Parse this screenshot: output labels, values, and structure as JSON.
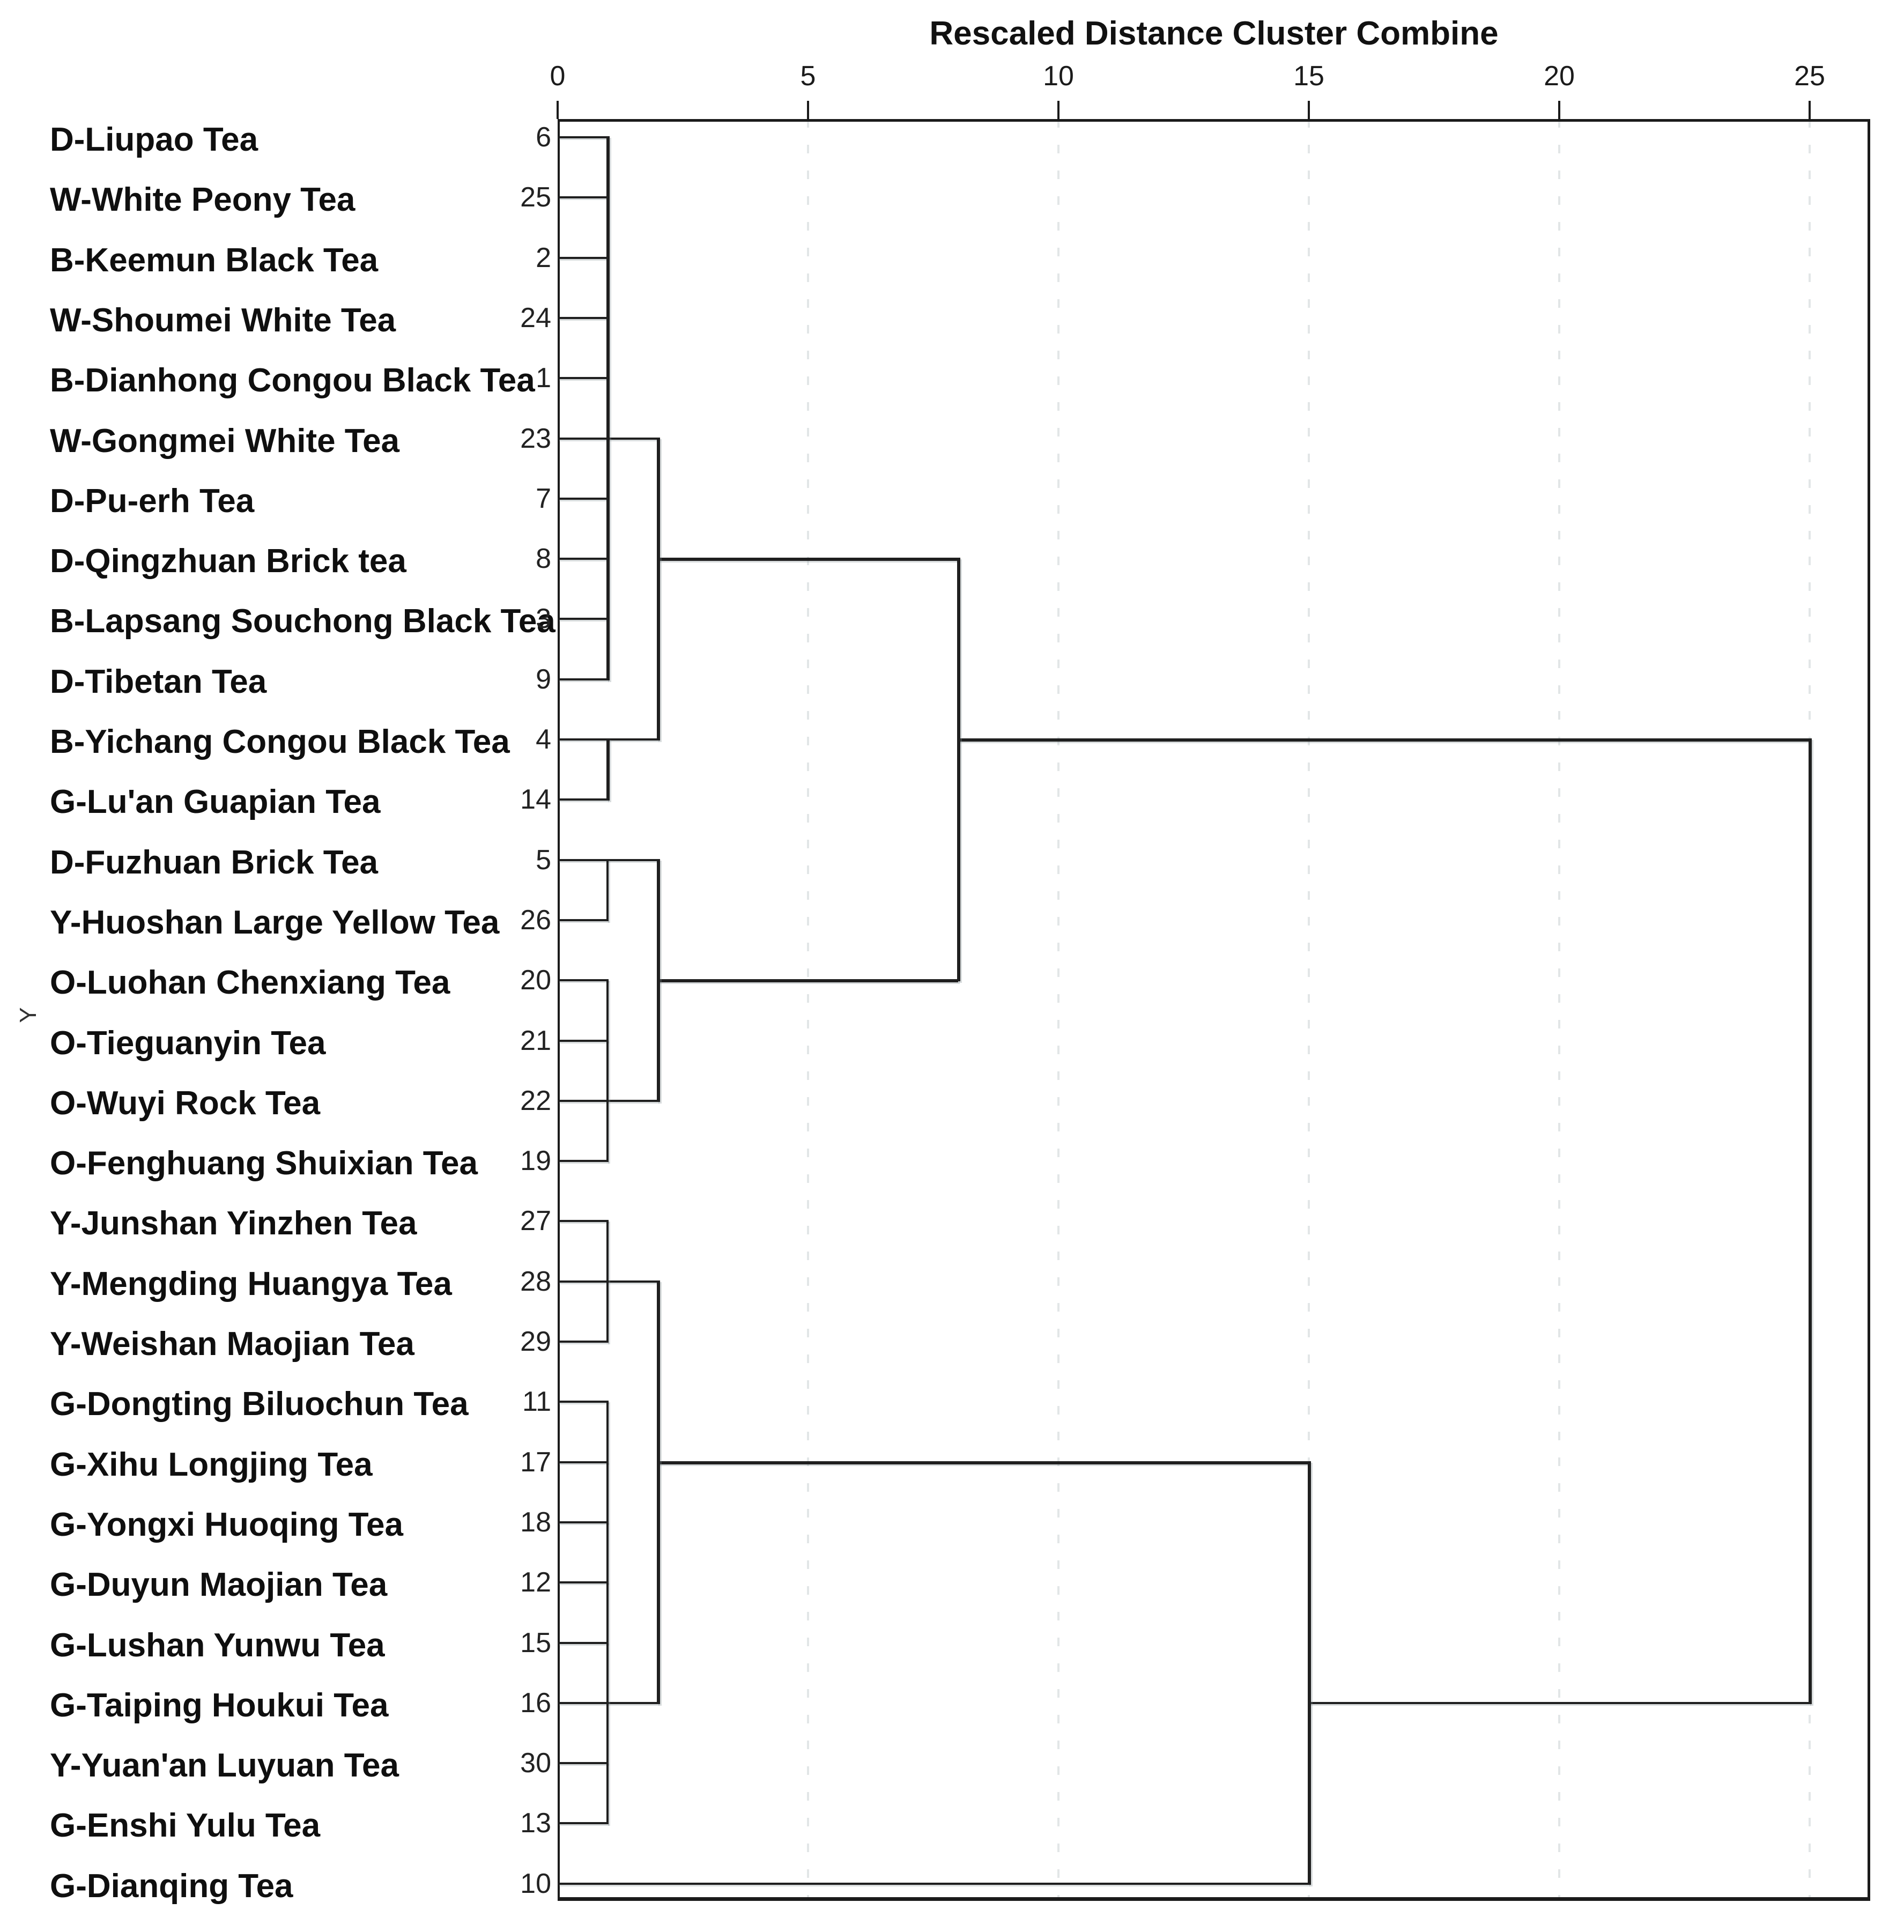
{
  "title": "Rescaled Distance Cluster Combine",
  "y_axis_label": "Y",
  "axis": {
    "ticks": [
      "0",
      "5",
      "10",
      "15",
      "20",
      "25"
    ],
    "tick_values": [
      0,
      5,
      10,
      15,
      20,
      25
    ],
    "min": 0,
    "max": 25
  },
  "colors": {
    "line": "#1f1f1f",
    "frame": "#1b1b1b",
    "gridline_dash": "#e2e6e7",
    "text": "#0f0f0f",
    "background": "#ffffff"
  },
  "chart_data": {
    "type": "dendrogram",
    "orientation": "horizontal",
    "title": "Rescaled Distance Cluster Combine",
    "xlabel": "Rescaled Distance Cluster Combine",
    "ylabel": "Y",
    "xlim": [
      0,
      25
    ],
    "grid": "dashed vertical at 5,10,15,20,25",
    "legend": "none",
    "leaves": [
      {
        "row": 1,
        "case": "6",
        "label": "D-Liupao Tea"
      },
      {
        "row": 2,
        "case": "25",
        "label": "W-White Peony Tea"
      },
      {
        "row": 3,
        "case": "2",
        "label": "B-Keemun Black Tea"
      },
      {
        "row": 4,
        "case": "24",
        "label": "W-Shoumei White Tea"
      },
      {
        "row": 5,
        "case": "1",
        "label": "B-Dianhong Congou Black Tea"
      },
      {
        "row": 6,
        "case": "23",
        "label": "W-Gongmei White Tea"
      },
      {
        "row": 7,
        "case": "7",
        "label": "D-Pu-erh Tea"
      },
      {
        "row": 8,
        "case": "8",
        "label": "D-Qingzhuan Brick tea"
      },
      {
        "row": 9,
        "case": "3",
        "label": "B-Lapsang Souchong Black Tea"
      },
      {
        "row": 10,
        "case": "9",
        "label": "D-Tibetan Tea"
      },
      {
        "row": 11,
        "case": "4",
        "label": "B-Yichang Congou Black Tea"
      },
      {
        "row": 12,
        "case": "14",
        "label": "G-Lu'an Guapian Tea"
      },
      {
        "row": 13,
        "case": "5",
        "label": "D-Fuzhuan Brick Tea"
      },
      {
        "row": 14,
        "case": "26",
        "label": "Y-Huoshan Large Yellow Tea"
      },
      {
        "row": 15,
        "case": "20",
        "label": "O-Luohan Chenxiang Tea"
      },
      {
        "row": 16,
        "case": "21",
        "label": "O-Tieguanyin Tea"
      },
      {
        "row": 17,
        "case": "22",
        "label": "O-Wuyi Rock Tea"
      },
      {
        "row": 18,
        "case": "19",
        "label": "O-Fenghuang Shuixian Tea"
      },
      {
        "row": 19,
        "case": "27",
        "label": "Y-Junshan Yinzhen Tea"
      },
      {
        "row": 20,
        "case": "28",
        "label": "Y-Mengding Huangya Tea"
      },
      {
        "row": 21,
        "case": "29",
        "label": "Y-Weishan Maojian Tea"
      },
      {
        "row": 22,
        "case": "11",
        "label": "G-Dongting Biluochun Tea"
      },
      {
        "row": 23,
        "case": "17",
        "label": "G-Xihu Longjing Tea"
      },
      {
        "row": 24,
        "case": "18",
        "label": "G-Yongxi Huoqing Tea"
      },
      {
        "row": 25,
        "case": "12",
        "label": "G-Duyun Maojian Tea"
      },
      {
        "row": 26,
        "case": "15",
        "label": "G-Lushan Yunwu Tea"
      },
      {
        "row": 27,
        "case": "16",
        "label": "G-Taiping Houkui Tea"
      },
      {
        "row": 28,
        "case": "30",
        "label": "Y-Yuan'an Luyuan Tea"
      },
      {
        "row": 29,
        "case": "13",
        "label": "G-Enshi Yulu Tea"
      },
      {
        "row": 30,
        "case": "10",
        "label": "G-Dianqing Tea"
      }
    ],
    "merges": [
      {
        "joins": [
          "6",
          "25",
          "2",
          "24",
          "1",
          "23",
          "7",
          "8",
          "3",
          "9"
        ],
        "rescaled_distance": 1
      },
      {
        "joins": [
          "4",
          "14"
        ],
        "rescaled_distance": 1
      },
      {
        "joins": [
          "5",
          "26"
        ],
        "rescaled_distance": 1
      },
      {
        "joins": [
          "20",
          "21",
          "22",
          "19"
        ],
        "rescaled_distance": 1
      },
      {
        "joins": [
          "27",
          "28",
          "29"
        ],
        "rescaled_distance": 1
      },
      {
        "joins": [
          "11",
          "17",
          "18",
          "12",
          "15",
          "16",
          "30",
          "13"
        ],
        "rescaled_distance": 1
      },
      {
        "joins": [
          "cluster(6,25,2,24,1,23,7,8,3,9)",
          "cluster(4,14)"
        ],
        "rescaled_distance": 2
      },
      {
        "joins": [
          "cluster(5,26)",
          "cluster(20,21,22,19)"
        ],
        "rescaled_distance": 2
      },
      {
        "joins": [
          "cluster(27,28,29)",
          "cluster(11,17,18,12,15,16,30,13)"
        ],
        "rescaled_distance": 2
      },
      {
        "joins": [
          "dark/white/black-tea-cluster",
          "fuzhuan-oolong-cluster"
        ],
        "rescaled_distance": 8
      },
      {
        "joins": [
          "yellow/green-tea-cluster",
          "10"
        ],
        "rescaled_distance": 15
      },
      {
        "joins": [
          "upper-branch",
          "lower-branch"
        ],
        "rescaled_distance": 25
      }
    ],
    "h_segments": [
      {
        "row": 1,
        "x1": 0,
        "x2": 1,
        "thick": false
      },
      {
        "row": 2,
        "x1": 0,
        "x2": 1,
        "thick": false
      },
      {
        "row": 3,
        "x1": 0,
        "x2": 1,
        "thick": false
      },
      {
        "row": 4,
        "x1": 0,
        "x2": 1,
        "thick": false
      },
      {
        "row": 5,
        "x1": 0,
        "x2": 1,
        "thick": false
      },
      {
        "row": 6,
        "x1": 0,
        "x2": 2,
        "thick": false
      },
      {
        "row": 7,
        "x1": 0,
        "x2": 1,
        "thick": false
      },
      {
        "row": 8,
        "x1": 0,
        "x2": 1,
        "thick": false
      },
      {
        "row": 8,
        "x1": 2,
        "x2": 8,
        "thick": true
      },
      {
        "row": 9,
        "x1": 0,
        "x2": 1,
        "thick": false
      },
      {
        "row": 10,
        "x1": 0,
        "x2": 1,
        "thick": false
      },
      {
        "row": 11,
        "x1": 0,
        "x2": 2,
        "thick": false
      },
      {
        "row": 11,
        "x1": 8,
        "x2": 25,
        "thick": true
      },
      {
        "row": 12,
        "x1": 0,
        "x2": 1,
        "thick": false
      },
      {
        "row": 13,
        "x1": 0,
        "x2": 2,
        "thick": false
      },
      {
        "row": 14,
        "x1": 0,
        "x2": 1,
        "thick": false
      },
      {
        "row": 15,
        "x1": 0,
        "x2": 1,
        "thick": false
      },
      {
        "row": 15,
        "x1": 2,
        "x2": 8,
        "thick": true
      },
      {
        "row": 16,
        "x1": 0,
        "x2": 1,
        "thick": false
      },
      {
        "row": 17,
        "x1": 0,
        "x2": 2,
        "thick": false
      },
      {
        "row": 18,
        "x1": 0,
        "x2": 1,
        "thick": false
      },
      {
        "row": 19,
        "x1": 0,
        "x2": 1,
        "thick": false
      },
      {
        "row": 20,
        "x1": 0,
        "x2": 2,
        "thick": false
      },
      {
        "row": 21,
        "x1": 0,
        "x2": 1,
        "thick": false
      },
      {
        "row": 22,
        "x1": 0,
        "x2": 1,
        "thick": false
      },
      {
        "row": 23,
        "x1": 0,
        "x2": 1,
        "thick": false
      },
      {
        "row": 23,
        "x1": 2,
        "x2": 15,
        "thick": true
      },
      {
        "row": 24,
        "x1": 0,
        "x2": 1,
        "thick": false
      },
      {
        "row": 25,
        "x1": 0,
        "x2": 1,
        "thick": false
      },
      {
        "row": 26,
        "x1": 0,
        "x2": 1,
        "thick": false
      },
      {
        "row": 27,
        "x1": 0,
        "x2": 2,
        "thick": false
      },
      {
        "row": 27,
        "x1": 15,
        "x2": 25,
        "thick": false
      },
      {
        "row": 28,
        "x1": 0,
        "x2": 1,
        "thick": false
      },
      {
        "row": 29,
        "x1": 0,
        "x2": 1,
        "thick": false
      },
      {
        "row": 30,
        "x1": 0,
        "x2": 15,
        "thick": false
      }
    ],
    "v_segments": [
      {
        "x": 1,
        "r1": 1,
        "r2": 10,
        "thick": true
      },
      {
        "x": 1,
        "r1": 11,
        "r2": 12,
        "thick": true
      },
      {
        "x": 1,
        "r1": 13,
        "r2": 14,
        "thick": false
      },
      {
        "x": 1,
        "r1": 15,
        "r2": 18,
        "thick": false
      },
      {
        "x": 1,
        "r1": 19,
        "r2": 21,
        "thick": false
      },
      {
        "x": 1,
        "r1": 22,
        "r2": 29,
        "thick": false
      },
      {
        "x": 2,
        "r1": 6,
        "r2": 11,
        "thick": true
      },
      {
        "x": 2,
        "r1": 13,
        "r2": 17,
        "thick": true
      },
      {
        "x": 2,
        "r1": 20,
        "r2": 27,
        "thick": true
      },
      {
        "x": 8,
        "r1": 8,
        "r2": 15,
        "thick": true
      },
      {
        "x": 15,
        "r1": 23,
        "r2": 30,
        "thick": true
      },
      {
        "x": 25,
        "r1": 11,
        "r2": 27,
        "thick": true
      }
    ]
  }
}
